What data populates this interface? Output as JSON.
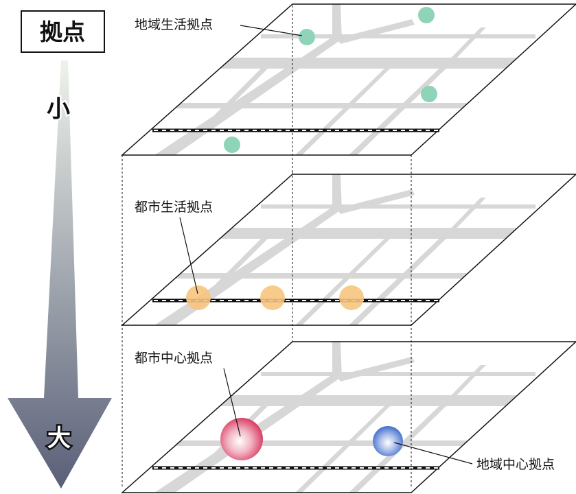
{
  "title": "拠点",
  "scale": {
    "small": "小",
    "large": "大"
  },
  "layers": [
    {
      "label": "地域生活拠点",
      "marker_color": "#8fd3b8"
    },
    {
      "label": "都市生活拠点",
      "marker_color": "#f7c57f"
    },
    {
      "label": "都市中心拠点",
      "marker_color": "#e0506f",
      "label2": "地域中心拠点",
      "marker_color2": "#4c72c8"
    }
  ],
  "colors": {
    "arrow_top": "#eef3ea",
    "arrow_bottom": "#5a5f78",
    "road": "#d7d7d7",
    "plane_outline": "#111111"
  }
}
